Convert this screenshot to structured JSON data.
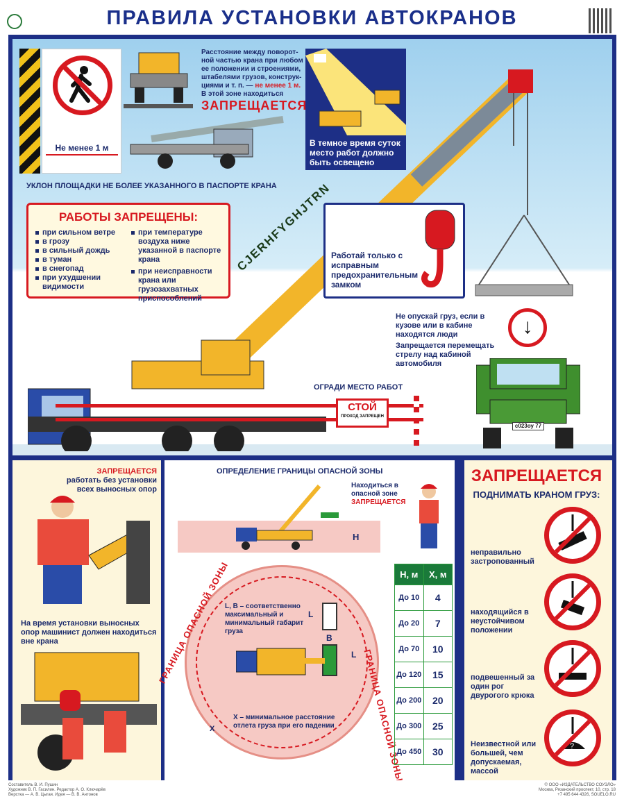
{
  "title": "ПРАВИЛА УСТАНОВКИ АВТОКРАНОВ",
  "top": {
    "min_distance_label": "Не менее 1 м",
    "distance_text_lines": [
      "Расстояние между поворот-",
      "ной частью крана при любом",
      "ее положении и строениями,",
      "штабелями грузов, конструк-"
    ],
    "distance_text_line5_a": "циями и т. п. — ",
    "distance_text_line5_b": "не менее 1 м.",
    "distance_text_line6": "В этой зоне находиться",
    "forbidden_word": "ЗАПРЕЩАЕТСЯ",
    "slope_text": "УКЛОН ПЛОЩАДКИ НЕ БОЛЕЕ УКАЗАННОГО В ПАСПОРТЕ КРАНА",
    "night_text": "В темное время суток место работ должно быть освещено",
    "works_forbidden_title": "РАБОТЫ ЗАПРЕЩЕНЫ:",
    "works_forbidden_left": [
      "при сильном ветре",
      "в грозу",
      "в сильный дождь",
      "в туман",
      "в снегопад",
      "при ухудшении видимости"
    ],
    "works_forbidden_right": [
      "при температуре воздуха ниже указанной в паспорте крана",
      "при неисправности крана или грузозахватных приспособлений"
    ],
    "hook_text": "Работай только с исправным предохранительным замком",
    "crane_boom_label": "CJERHFYGHJTRN",
    "no_lower_text": "Не опускай груз, если в кузове или в кабине находятся люди",
    "no_boom_text": "Запрещается перемещать стрелу над кабиной автомобиля",
    "fence_text": "ОГРАДИ МЕСТО РАБОТ",
    "stop_sign": "СТОЙ",
    "stop_sub": "ПРОХОД ЗАПРЕЩЕН",
    "truck_plate": "с023оу 77"
  },
  "bottom_left": {
    "forbidden_word": "ЗАПРЕЩАЕТСЯ",
    "forbidden_text": "работать без установки всех выносных опор",
    "outrigger_text": "На время установки выносных опор машинист должен находиться вне крана"
  },
  "bottom_middle": {
    "title": "ОПРЕДЕЛЕНИЕ ГРАНИЦЫ ОПАСНОЙ ЗОНЫ",
    "stay_text": "Находиться в опасной зоне",
    "stay_forbidden": "ЗАПРЕЩАЕТСЯ",
    "h_label": "Н",
    "zone_label": "ГРАНИЦА ОПАСНОЙ ЗОНЫ",
    "lb_text": "L, В – соответственно максимальный и минимальный габарит груза",
    "x_text": "Х – минимальное расстояние отлета груза при его падении",
    "l_label": "L",
    "b_label": "В",
    "x_label": "Х",
    "table_headers": [
      "Н, м",
      "Х, м"
    ],
    "table_rows": [
      [
        "До 10",
        "4"
      ],
      [
        "До 20",
        "7"
      ],
      [
        "До 70",
        "10"
      ],
      [
        "До 120",
        "15"
      ],
      [
        "До 200",
        "20"
      ],
      [
        "До 300",
        "25"
      ],
      [
        "До 450",
        "30"
      ]
    ]
  },
  "bottom_right": {
    "title": "ЗАПРЕЩАЕТСЯ",
    "subtitle": "ПОДНИМАТЬ КРАНОМ ГРУЗ:",
    "items": [
      "неправильно застропованный",
      "находящийся в неустойчивом положении",
      "подвешенный за один рог двурогого крюка",
      "Неизвестной или большей, чем допускаемая, массой"
    ]
  },
  "footer": {
    "left_lines": [
      "Составитель В. И. Пушин",
      "Художник В. П. Гасилин. Редактор А. О. Ключарёв",
      "Верстка — А. В. Цыгая. Идея — В. В. Антонов"
    ],
    "right_lines": [
      "© ООО «ИЗДАТЕЛЬСТВО СОУЭЛО»",
      "Москва, Рязанский проспект, 10, стр. 18",
      "+7 495 644 4326, SOUELO.RU"
    ]
  },
  "colors": {
    "navy": "#1d2f86",
    "red": "#d71920",
    "yellow": "#f2b52a",
    "green": "#1a7a3a"
  }
}
